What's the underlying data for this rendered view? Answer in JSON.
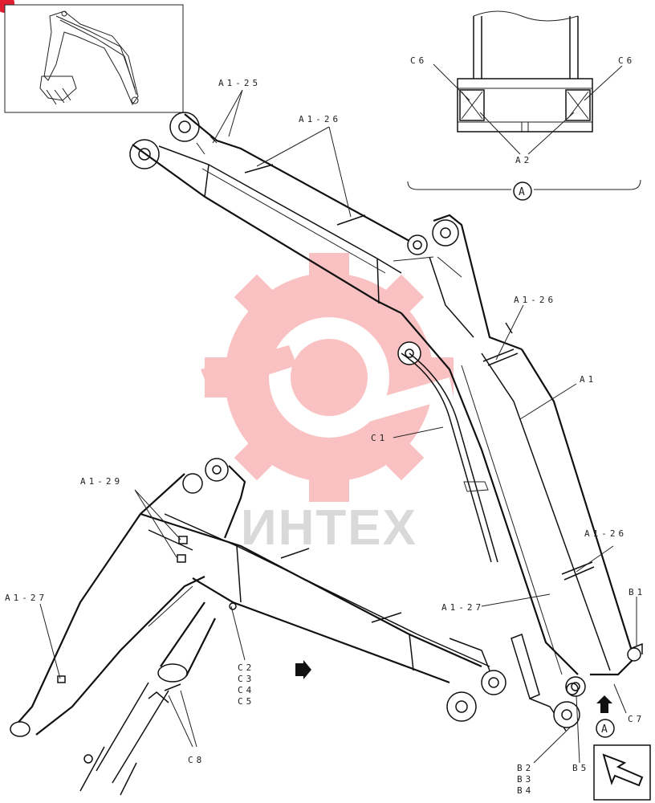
{
  "watermark": {
    "text": "ИНТЕХ",
    "color": "#f05050"
  },
  "page_badge": {
    "color": "#e02030"
  },
  "labels": {
    "a1_25": "A1-25",
    "a1_26_top": "A1-26",
    "a1_26_mid": "A1-26",
    "a1_26_low": "A1-26",
    "a1": "A1",
    "c1": "C1",
    "a1_29": "A1-29",
    "a1_27_left": "A1-27",
    "a1_27_right": "A1-27",
    "c2": "C2",
    "c3": "C3",
    "c4": "C4",
    "c5": "C5",
    "c8": "C8",
    "b1": "B1",
    "c7": "C7",
    "b2": "B2",
    "b3": "B3",
    "b4": "B4",
    "b5": "B5",
    "c6_left": "C6",
    "c6_right": "C6",
    "a2": "A2"
  },
  "view_marker": {
    "letter": "A"
  },
  "section_marker": {
    "letter": "A"
  },
  "arrow_marker": {
    "letter": "A"
  }
}
